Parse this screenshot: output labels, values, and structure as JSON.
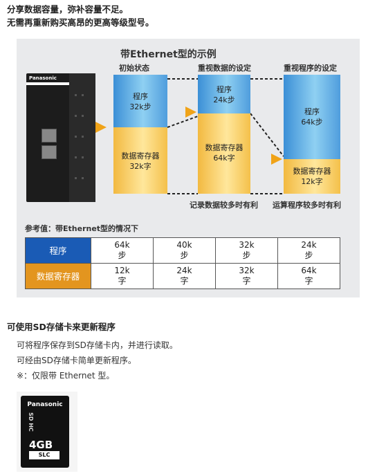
{
  "intro": {
    "line1": "分享数据容量，弥补容量不足。",
    "line2": "无需再重新购买高昂的更高等级型号。"
  },
  "figure": {
    "title": "带Ethernet型的示例",
    "plc_brand": "Panasonic",
    "columns": [
      {
        "label": "初始状态",
        "program": "程序",
        "program_size": "32k步",
        "data": "数据寄存器",
        "data_size": "32k字"
      },
      {
        "label": "重视数据的设定",
        "program": "程序",
        "program_size": "24k步",
        "data": "数据寄存器",
        "data_size": "64k字"
      },
      {
        "label": "重视程序的设定",
        "program": "程序",
        "program_size": "64k步",
        "data": "数据寄存器",
        "data_size": "12k字"
      }
    ],
    "bottom_labels": [
      "记录数据较多时有利",
      "运算程序较多时有利"
    ],
    "note": "参考值：带Ethernet型的情况下",
    "colors": {
      "accent_arrow": "#f0a318",
      "program_header": "#1a5bb5",
      "data_header": "#e3951f"
    }
  },
  "table": {
    "rows": [
      {
        "header": "程序",
        "cells": [
          [
            "64k",
            "步"
          ],
          [
            "40k",
            "步"
          ],
          [
            "32k",
            "步"
          ],
          [
            "24k",
            "步"
          ]
        ]
      },
      {
        "header": "数据寄存器",
        "cells": [
          [
            "12k",
            "字"
          ],
          [
            "24k",
            "字"
          ],
          [
            "32k",
            "字"
          ],
          [
            "64k",
            "字"
          ]
        ]
      }
    ]
  },
  "sd_section": {
    "title": "可使用SD存储卡来更新程序",
    "lines": [
      "可将程序保存到SD存储卡内，并进行读取。",
      "可经由SD存储卡简单更新程序。",
      "※：仅限带 Ethernet 型。"
    ]
  },
  "sdcard": {
    "brand": "Panasonic",
    "capacity": "4GB",
    "type": "SLC",
    "logo": "SD HC"
  }
}
